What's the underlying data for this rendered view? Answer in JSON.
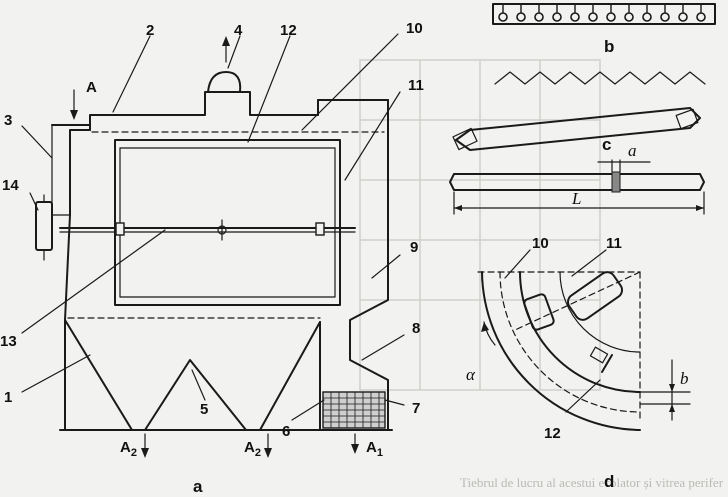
{
  "labels": {
    "num_1": "1",
    "num_2": "2",
    "num_3": "3",
    "num_4": "4",
    "num_5": "5",
    "num_6": "6",
    "num_7": "7",
    "num_8": "8",
    "num_9": "9",
    "num_10": "10",
    "num_11": "11",
    "num_12": "12",
    "num_13": "13",
    "num_14": "14",
    "inlet_A": "A",
    "outlet_A1": "A",
    "outlet_A1_sub": "1",
    "outlet_A2_left": "A",
    "outlet_A2_left_sub": "2",
    "outlet_A2_mid": "A",
    "outlet_A2_mid_sub": "2",
    "d_num_10": "10",
    "d_num_11": "11",
    "d_num_12": "12",
    "dim_a": "a",
    "dim_L": "L",
    "dim_b": "b",
    "angle_alpha": "α"
  },
  "panels": {
    "a": "a",
    "b": "b",
    "c": "c",
    "d": "d"
  },
  "footer_text": "Tiebrul de lucru al acestui ecolator și vitrea perifer"
}
